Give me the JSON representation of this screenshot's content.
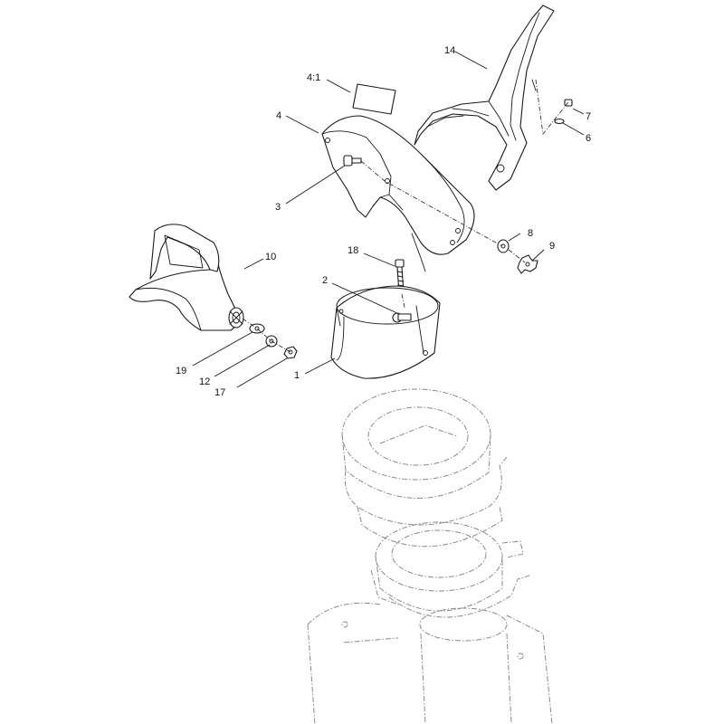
{
  "callouts": {
    "c1": "1",
    "c2": "2",
    "c3": "3",
    "c4": "4",
    "c4_1": "4:1",
    "c6": "6",
    "c7": "7",
    "c8": "8",
    "c9": "9",
    "c10": "10",
    "c12": "12",
    "c14": "14",
    "c17": "17",
    "c18": "18",
    "c19": "19"
  }
}
